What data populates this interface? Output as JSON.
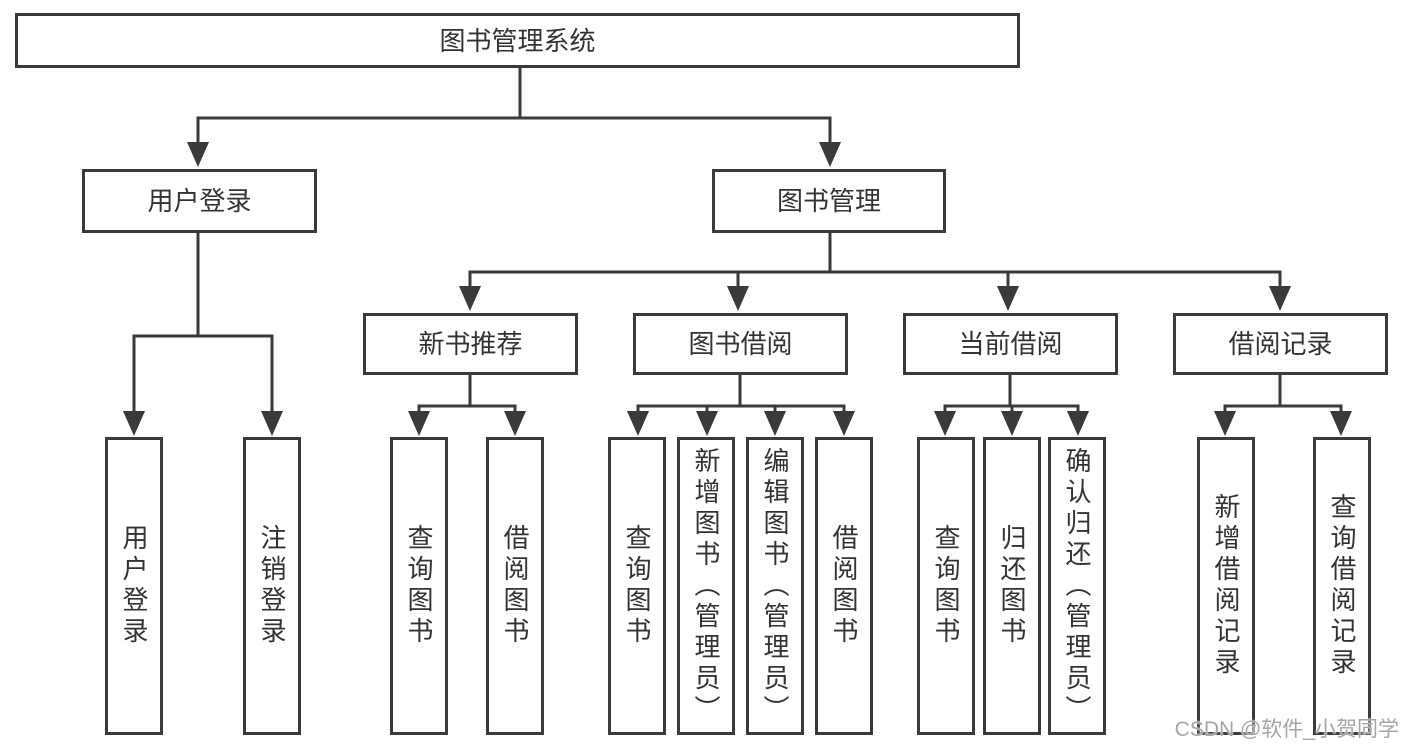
{
  "tree": {
    "title": "图书管理系统",
    "branches": [
      {
        "label": "用户登录",
        "children": [
          {
            "label": "用户登录"
          },
          {
            "label": "注销登录"
          }
        ]
      },
      {
        "label": "图书管理",
        "children": [
          {
            "label": "新书推荐",
            "children": [
              {
                "label": "查询图书"
              },
              {
                "label": "借阅图书"
              }
            ]
          },
          {
            "label": "图书借阅",
            "children": [
              {
                "label": "查询图书"
              },
              {
                "label": "新增图书（管理员）"
              },
              {
                "label": "编辑图书（管理员）"
              },
              {
                "label": "借阅图书"
              }
            ]
          },
          {
            "label": "当前借阅",
            "children": [
              {
                "label": "查询图书"
              },
              {
                "label": "归还图书"
              },
              {
                "label": "确认归还（管理员）"
              }
            ]
          },
          {
            "label": "借阅记录",
            "children": [
              {
                "label": "新增借阅记录"
              },
              {
                "label": "查询借阅记录"
              }
            ]
          }
        ]
      }
    ]
  },
  "watermark": "CSDN @软件_小贺同学",
  "colors": {
    "line": "#3a3a3a",
    "text": "#333333",
    "box_background": "#ffffff",
    "watermark": "#a6a6a6",
    "background": "#ffffff"
  }
}
